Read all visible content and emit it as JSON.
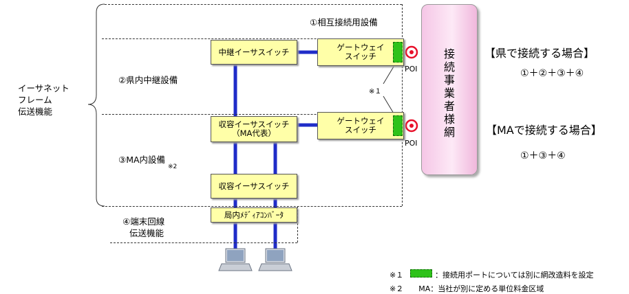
{
  "left_brace_label": [
    "イーサネット",
    "フレーム",
    "伝送機能"
  ],
  "sections": {
    "s1": "①相互接続用設備",
    "s2": "②県内中継設備",
    "s3": "③MA内設備",
    "s3_note": "※2",
    "s4": [
      "④端末回線",
      "伝送機能"
    ]
  },
  "boxes": {
    "relay_switch": "中継イーサスイッチ",
    "gw1": [
      "ゲートウェイ",
      "スイッチ"
    ],
    "gw2": [
      "ゲートウェイ",
      "スイッチ"
    ],
    "accom_rep": [
      "収容イーサスイッチ",
      "（MA代表）"
    ],
    "accom": "収容イーサスイッチ",
    "media_conv": "局内ﾒﾃﾞｨｱｺﾝﾊﾞｰﾀ"
  },
  "poi": [
    "POI",
    "POI"
  ],
  "note_marker": "※１",
  "carrier": [
    "接",
    "続",
    "事",
    "業",
    "者",
    "様",
    "網"
  ],
  "cases": [
    {
      "title": "【県で接続する場合】",
      "formula": "①＋②＋③＋④"
    },
    {
      "title": "【MAで接続する場合】",
      "formula": "①＋③＋④"
    }
  ],
  "footnotes": {
    "n1_mark": "※１",
    "n1_text": "：接続用ポートについては別に網改造料を設定",
    "n2": "※２　　MA：当社が別に定める単位料金区域"
  },
  "colors": {
    "link": "#1f2cc8",
    "box": "#ffffa8",
    "port": "#2ec21a",
    "poi": "#e8102a",
    "carrier": "#f5c6e6"
  },
  "icons": [
    "laptop-icon",
    "laptop-icon"
  ]
}
